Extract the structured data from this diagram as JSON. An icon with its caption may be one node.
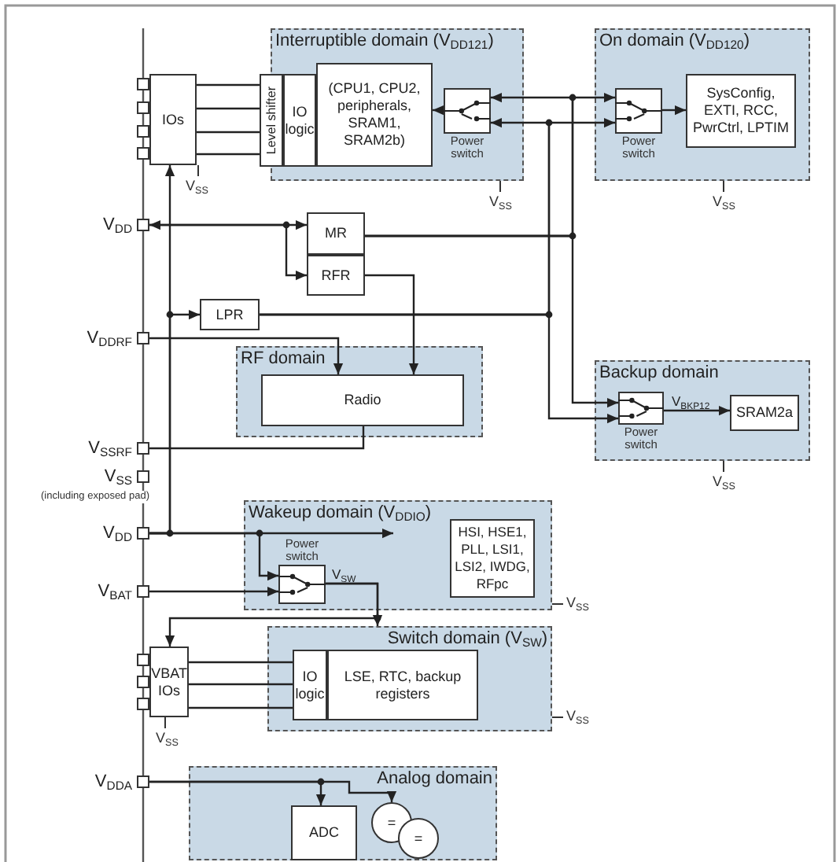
{
  "diagram": {
    "nodes": [
      {
        "text": [
          "Interruptible domain (V$_{DD121}$)"
        ]
      },
      {
        "text": [
          "IOs"
        ]
      },
      {
        "text": [
          "Level shifter"
        ]
      },
      {
        "text": [
          "IO logic"
        ],
        "in": 0
      },
      {
        "text": [
          "(CPU1, CPU2, peripherals, SRAM1, SRAM2b)"
        ],
        "in": 0
      },
      {
        "text": [
          "Power switch"
        ],
        "in": 0
      },
      {
        "text": [
          "On domain (V$_{DD120}$)"
        ]
      },
      {
        "text": [
          "Power switch"
        ],
        "in": 6
      },
      {
        "text": [
          "SysConfig, EXTI, RCC, PwrCtrl, LPTIM"
        ],
        "in": 6
      },
      {
        "text": [
          "V$_{DD}$"
        ]
      },
      {
        "text": [
          "MR"
        ]
      },
      {
        "text": [
          "RFR"
        ]
      },
      {
        "text": [
          "LPR"
        ]
      },
      {
        "text": [
          "V$_{DDRF}$"
        ]
      },
      {
        "text": [
          "RF domain"
        ]
      },
      {
        "text": [
          "Radio"
        ],
        "in": 14
      },
      {
        "text": [
          "Backup domain"
        ]
      },
      {
        "text": [
          "Power switch"
        ],
        "in": 16
      },
      {
        "text": [
          "SRAM2a"
        ],
        "in": 16
      },
      {
        "text": [
          "V$_{SSRF}$"
        ]
      },
      {
        "text": [
          "V$_{SS}$",
          "(including exposed pad)"
        ]
      },
      {
        "text": [
          "Wakeup domain (V$_{DDIO}$)"
        ]
      },
      {
        "text": [
          "V$_{DD}$"
        ]
      },
      {
        "text": [
          "Power switch"
        ],
        "in": 21
      },
      {
        "text": [
          "HSI, HSE1, PLL, LSI1, LSI2, IWDG, RFpc"
        ],
        "in": 21
      },
      {
        "text": [
          "V$_{BAT}$"
        ]
      },
      {
        "text": [
          "Switch domain (V$_{SW}$)"
        ]
      },
      {
        "text": [
          "IO logic"
        ],
        "in": 26
      },
      {
        "text": [
          "LSE, RTC, backup registers"
        ],
        "in": 26
      },
      {
        "text": [
          "VBAT IOs"
        ]
      },
      {
        "text": [
          "V$_{DDA}$"
        ]
      },
      {
        "text": [
          "Analog domain"
        ]
      },
      {
        "text": [
          "ADC"
        ],
        "in": 31
      },
      {
        "text": [
          "="
        ],
        "in": 31
      },
      {
        "text": [
          "="
        ],
        "in": 31
      }
    ],
    "edges": [
      {
        "from": 1,
        "to": 2,
        "arrow": "none"
      },
      {
        "from": 1,
        "to": 2,
        "arrow": "none"
      },
      {
        "from": 1,
        "to": 2,
        "arrow": "none"
      },
      {
        "from": 1,
        "to": 2,
        "arrow": "none"
      },
      {
        "from": 9,
        "to": 10,
        "arrow": "both"
      },
      {
        "from": 9,
        "to": 11,
        "arrow": "to"
      },
      {
        "from": 10,
        "to": 5,
        "arrow": "to"
      },
      {
        "from": 10,
        "to": 7,
        "arrow": "to"
      },
      {
        "from": 10,
        "to": 17,
        "arrow": "to"
      },
      {
        "from": 12,
        "to": 5,
        "arrow": "to"
      },
      {
        "from": 12,
        "to": 7,
        "arrow": "to"
      },
      {
        "from": 12,
        "to": 17,
        "arrow": "to"
      },
      {
        "from": 5,
        "to": 4,
        "arrow": "to"
      },
      {
        "from": 7,
        "to": 8,
        "arrow": "to"
      },
      {
        "from": 17,
        "to": 18,
        "arrow": "to",
        "label": "V$_{BKP12}$"
      },
      {
        "from": 13,
        "to": 15,
        "arrow": "to"
      },
      {
        "from": 11,
        "to": 15,
        "arrow": "to"
      },
      {
        "from": 15,
        "to": 19,
        "arrow": "none"
      },
      {
        "from": 22,
        "to": 1,
        "arrow": "to"
      },
      {
        "from": 22,
        "to": 12,
        "arrow": "to"
      },
      {
        "from": 22,
        "to": 21,
        "arrow": "to"
      },
      {
        "from": 22,
        "to": 23,
        "arrow": "to"
      },
      {
        "from": 25,
        "to": 23,
        "arrow": "to"
      },
      {
        "from": 23,
        "to": 26,
        "arrow": "to",
        "label": "V$_{SW}$"
      },
      {
        "from": 23,
        "to": 29,
        "arrow": "to"
      },
      {
        "from": 29,
        "to": 27,
        "arrow": "none"
      },
      {
        "from": 29,
        "to": 27,
        "arrow": "none"
      },
      {
        "from": 29,
        "to": 27,
        "arrow": "none"
      },
      {
        "from": 30,
        "to": 32,
        "arrow": "to"
      },
      {
        "from": 30,
        "to": 33,
        "arrow": "to"
      }
    ],
    "labels": [
      "V$_{SS}$",
      "V$_{SS}$",
      "V$_{SS}$",
      "V$_{SS}$",
      "V$_{SS}$",
      "V$_{SS}$",
      "V$_{SS}$"
    ]
  }
}
